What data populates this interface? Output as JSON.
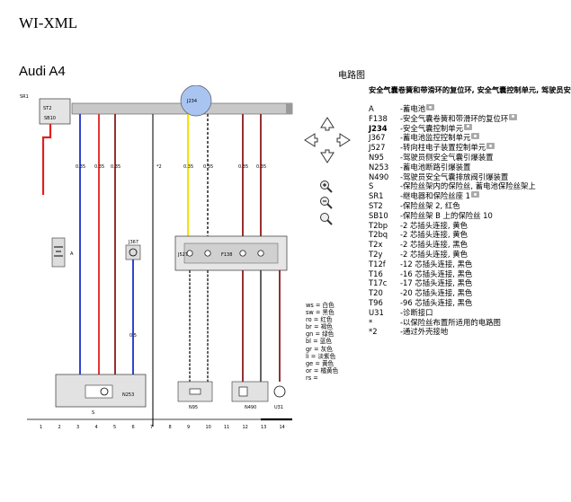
{
  "app_title": "WI-XML",
  "car_model": "Audi A4",
  "diagram_label": "电路图",
  "legend_title": "安全气囊卷簧和带滑环的复位环, 安全气囊控制单元, 驾驶员安全气囊排放阀引爆装置, 保险丝架内的保险丝",
  "legend_items": [
    {
      "code": "A",
      "desc": "-蓄电池",
      "cam": true
    },
    {
      "code": "F138",
      "desc": "-安全气囊卷簧和带滑环的复位环",
      "cam": true
    },
    {
      "code": "J234",
      "desc": "-安全气囊控制单元",
      "cam": true
    },
    {
      "code": "J367",
      "desc": "-蓄电池监控控制单元",
      "cam": true
    },
    {
      "code": "J527",
      "desc": "-转向柱电子装置控制单元",
      "cam": true
    },
    {
      "code": "N95",
      "desc": "-驾驶员侧安全气囊引爆装置",
      "cam": false
    },
    {
      "code": "N253",
      "desc": "-蓄电池断路引爆装置",
      "cam": false
    },
    {
      "code": "N490",
      "desc": "-驾驶员安全气囊排放阀引爆装置",
      "cam": false
    },
    {
      "code": "S",
      "desc": "-保险丝架内的保险丝, 蓄电池保险丝架上",
      "cam": false
    },
    {
      "code": "SR1",
      "desc": "-继电器和保险丝座 1",
      "cam": true
    },
    {
      "code": "ST2",
      "desc": "-保险丝架 2, 红色",
      "cam": false
    },
    {
      "code": "SB10",
      "desc": "-保险丝架 B 上的保险丝 10",
      "cam": false
    },
    {
      "code": "T2bp",
      "desc": "-2 芯插头连接, 黄色",
      "cam": false
    },
    {
      "code": "T2bq",
      "desc": "-2 芯插头连接, 黄色",
      "cam": false
    },
    {
      "code": "T2x",
      "desc": "-2 芯插头连接, 黑色",
      "cam": false
    },
    {
      "code": "T2y",
      "desc": "-2 芯插头连接, 黄色",
      "cam": false
    },
    {
      "code": "T12f",
      "desc": "-12 芯插头连接, 黑色",
      "cam": false
    },
    {
      "code": "T16",
      "desc": "-16 芯插头连接, 黑色",
      "cam": false
    },
    {
      "code": "T17c",
      "desc": "-17 芯插头连接, 黑色",
      "cam": false
    },
    {
      "code": "T20",
      "desc": "-20 芯插头连接, 黑色",
      "cam": false
    },
    {
      "code": "T96",
      "desc": "-96 芯插头连接, 黑色",
      "cam": false
    },
    {
      "code": "U31",
      "desc": "-诊断接口",
      "cam": false
    },
    {
      "code": "*",
      "desc": "-以保险丝布置所适用的电路图",
      "cam": false
    },
    {
      "code": "*2",
      "desc": "-通过外壳接地",
      "cam": false
    }
  ],
  "wire_colors": [
    {
      "code": "ws",
      "name": "白色"
    },
    {
      "code": "sw",
      "name": "黑色"
    },
    {
      "code": "ro",
      "name": "红色"
    },
    {
      "code": "br",
      "name": "褐色"
    },
    {
      "code": "gn",
      "name": "绿色"
    },
    {
      "code": "bl",
      "name": "蓝色"
    },
    {
      "code": "gr",
      "name": "灰色"
    },
    {
      "code": "li",
      "name": "淡紫色"
    },
    {
      "code": "ge",
      "name": "黄色"
    },
    {
      "code": "or",
      "name": "橘黄色"
    },
    {
      "code": "rs",
      "name": ""
    }
  ],
  "schematic": {
    "sr1_label": "SR1",
    "st2_label": "ST2",
    "fuse_label": "SB10",
    "j234_label": "J234",
    "j367_label": "J367",
    "j527_label": "J527",
    "f138_label": "F138",
    "a_label": "A",
    "s_label": "S",
    "n253_label": "N253",
    "n95_label": "N95",
    "n490_label": "N490",
    "u31_label": "U31",
    "wire_gauge": "0.35",
    "wire_gauge_2": "0.5",
    "star_label": "*2",
    "column_numbers": [
      "1",
      "2",
      "3",
      "4",
      "5",
      "6",
      "7",
      "8",
      "9",
      "10",
      "11",
      "12",
      "13",
      "14"
    ]
  },
  "colors": {
    "red": "#e02020",
    "blue": "#1a2fc8",
    "brown_red": "#8b1a1a",
    "yellow": "#f4e200",
    "bus": "#c8c8c8",
    "j234_circle": "#a9c4f0"
  }
}
